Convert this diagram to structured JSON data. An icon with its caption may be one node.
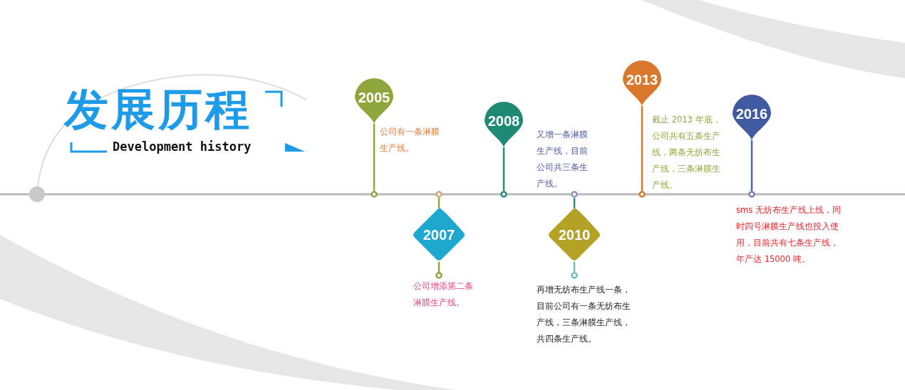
{
  "diagram": {
    "title": "发展历程",
    "nodes": [
      {
        "text": [
          "2005"
        ],
        "beside": [
          "公司有一条淋膜生产线。"
        ]
      },
      {
        "text": [],
        "shape": "circle"
      },
      {
        "text": [],
        "shape": "circle"
      },
      {
        "text": [
          "2007"
        ]
      },
      {
        "text": [],
        "shape": "circle",
        "beside": [
          "公司增添第二条淋膜生产线。"
        ]
      },
      {
        "text": [
          "2008"
        ]
      },
      {
        "text": [],
        "shape": "circle"
      },
      {
        "text": [],
        "shape": "circle"
      },
      {
        "text": [
          "2010"
        ]
      },
      {
        "text": [],
        "shape": "circle",
        "beside": [
          "再增无纺布生产线一条，目前公司有一条无纺布生产线，三条淋膜生产线，共四条生产线。"
        ]
      },
      {
        "text": [
          "2013"
        ],
        "beside": [
          "截止 2013 年底，公司共有五条生产线，两条无纺布生产线，三条淋膜生产线。"
        ]
      },
      {
        "text": [],
        "shape": "circle"
      },
      {
        "text": [
          "2016"
        ]
      },
      {
        "text": [],
        "shape": "circle",
        "beside": [
          "sms 无纺布生产线上线，同时四号淋膜生产线也投入使用，目前共有七条生产线，年产达 15000 吨。"
        ]
      }
    ],
    "edges": [
      {
        "from": 0,
        "to": 1,
        "arrow": "none",
        "color": "#8fa63c"
      },
      {
        "from": 2,
        "to": 3,
        "arrow": "none",
        "color": "#8fa63c"
      },
      {
        "from": 3,
        "to": 4,
        "arrow": "none",
        "color": "#8fa63c"
      },
      {
        "from": 5,
        "to": 6,
        "arrow": "none",
        "color": "#2a8c78"
      },
      {
        "from": 7,
        "to": 8,
        "arrow": "none",
        "color": "#2a8c78"
      },
      {
        "from": 8,
        "to": 9,
        "arrow": "none",
        "color": "#6fbfb8"
      },
      {
        "from": 10,
        "to": 11,
        "arrow": "none",
        "color": "#d9782d"
      },
      {
        "from": 12,
        "to": 13,
        "arrow": "none",
        "color": "#4a64a8"
      }
    ],
    "labels": [
      "Development history",
      "又增一条淋膜生产线，目前公司共三条生产线。"
    ]
  }
}
